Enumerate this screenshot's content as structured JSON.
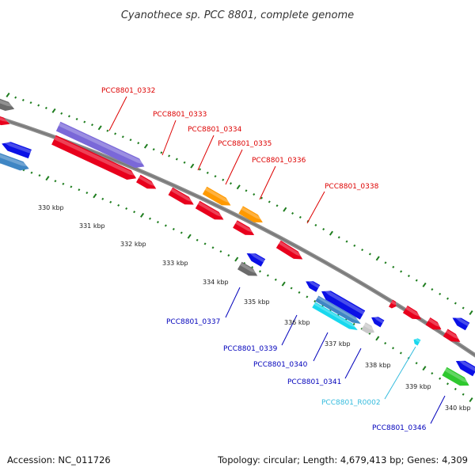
{
  "title": "Cyanothece sp. PCC 8801, complete genome",
  "footer": {
    "accession": "Accession: NC_011726",
    "summary": "Topology: circular; Length: 4,679,413 bp; Genes: 4,309"
  },
  "colors": {
    "backbone": "#8a8a8a",
    "tick": "#1e7d1e",
    "red": "#e8001c",
    "blue": "#0a10e6",
    "orange": "#ff9900",
    "purple": "#7a68d8",
    "steelblue": "#3f86c4",
    "cyan": "#18d8ee",
    "gray": "#6b6b6b",
    "lightgray": "#c8c8c8",
    "green": "#2ec82e"
  },
  "scale_labels": [
    "330 kbp",
    "331 kbp",
    "332 kbp",
    "333 kbp",
    "334 kbp",
    "335 kbp",
    "336 kbp",
    "337 kbp",
    "338 kbp",
    "339 kbp",
    "340 kbp"
  ],
  "gene_labels": [
    {
      "text": "PCC8801_0332",
      "color": "#dd0000"
    },
    {
      "text": "PCC8801_0333",
      "color": "#dd0000"
    },
    {
      "text": "PCC8801_0334",
      "color": "#dd0000"
    },
    {
      "text": "PCC8801_0335",
      "color": "#dd0000"
    },
    {
      "text": "PCC8801_0336",
      "color": "#dd0000"
    },
    {
      "text": "PCC8801_0338",
      "color": "#dd0000"
    },
    {
      "text": "PCC8801_0337",
      "color": "#0000bb"
    },
    {
      "text": "PCC8801_0339",
      "color": "#0000bb"
    },
    {
      "text": "PCC8801_0340",
      "color": "#0000bb"
    },
    {
      "text": "PCC8801_0341",
      "color": "#0000bb"
    },
    {
      "text": "PCC8801_R0002",
      "color": "#33bbdd"
    },
    {
      "text": "PCC8801_0346",
      "color": "#0000bb"
    }
  ]
}
